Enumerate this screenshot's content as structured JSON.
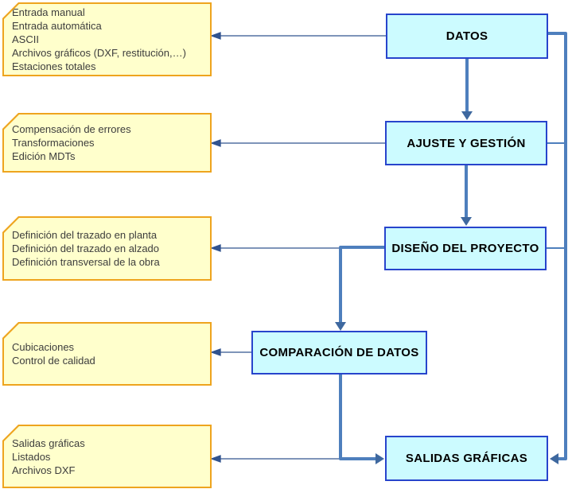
{
  "nodes": [
    {
      "label": "DATOS"
    },
    {
      "label": "AJUSTE Y GESTIÓN"
    },
    {
      "label": "DISEÑO DEL PROYECTO"
    },
    {
      "label": "COMPARACIÓN DE DATOS"
    },
    {
      "label": "SALIDAS GRÁFICAS"
    }
  ],
  "notes": [
    {
      "lines": [
        "Entrada manual",
        "Entrada automática",
        "ASCII",
        "Archivos gráficos (DXF, restitución,…)",
        "Estaciones totales"
      ]
    },
    {
      "lines": [
        "Compensación de errores",
        "Transformaciones",
        "Edición MDTs"
      ]
    },
    {
      "lines": [
        "Definición del trazado en planta",
        "Definición del trazado en alzado",
        "Definición transversal de la obra"
      ]
    },
    {
      "lines": [
        "Cubicaciones",
        "Control de calidad"
      ]
    },
    {
      "lines": [
        "Salidas gráficas",
        "Listados",
        "Archivos DXF"
      ]
    }
  ],
  "colors": {
    "node_fill": "#ccfbff",
    "node_border": "#2744cc",
    "note_fill": "#ffffcc",
    "note_border": "#eea41e",
    "flow_line": "#4e7fbd",
    "flow_arrowhead": "#3e689f",
    "note_arrow_line": "#31538f"
  }
}
